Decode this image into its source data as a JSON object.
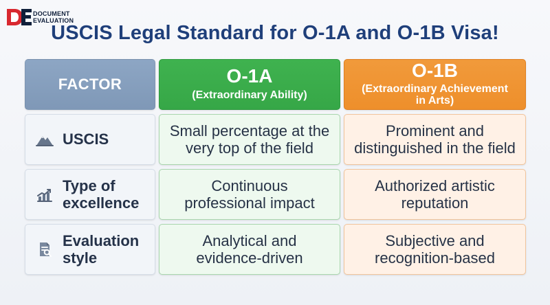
{
  "logo": {
    "line1": "DOCUMENT",
    "line2": "EVALUATION",
    "mark_text": "DE",
    "colors": {
      "red": "#d8282f",
      "navy": "#0f1f3a"
    }
  },
  "title": "USCIS Legal Standard for O-1A and O-1B Visa!",
  "table": {
    "headers": {
      "factor": "FACTOR",
      "o1a": {
        "title": "O-1A",
        "subtitle": "(Extraordinary Ability)"
      },
      "o1b": {
        "title": "O-1B",
        "subtitle": "(Extraordinary Achievement\nin Arts)"
      }
    },
    "rows": [
      {
        "factor_label": "USCIS",
        "icon": "mountain-icon",
        "o1a": "Small percentage at the\nvery top of the field",
        "o1b": "Prominent and\ndistinguished in the field"
      },
      {
        "factor_label": "Type of\nexcellence",
        "icon": "growth-chart-icon",
        "o1a": "Continuous\nprofessional impact",
        "o1b": "Authorized artistic\nreputation"
      },
      {
        "factor_label": "Evaluation\nstyle",
        "icon": "document-search-icon",
        "o1a": "Analytical and\nevidence-driven",
        "o1b": "Subjective and\nrecognition-based"
      }
    ]
  },
  "colors": {
    "title": "#1f3f7a",
    "factor_header": "#8da6c4",
    "o1a_header": "#3fb24f",
    "o1b_header": "#f19a3b"
  }
}
